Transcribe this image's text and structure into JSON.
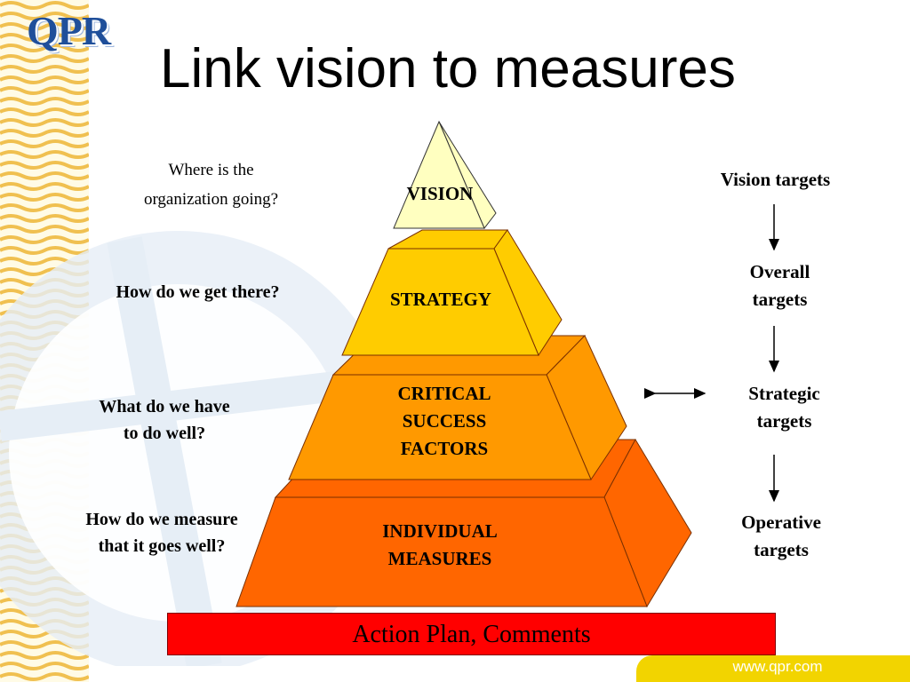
{
  "brand": {
    "logo_text": "QPR",
    "footer_url": "www.qpr.com"
  },
  "title": "Link vision to measures",
  "colors": {
    "vision": "#ffffc0",
    "strategy": "#ffcc00",
    "csf": "#ff9900",
    "measures": "#ff6600",
    "action_bar": "#ff0000",
    "logo": "#1f4f9a",
    "footer": "#f2d400"
  },
  "questions": {
    "q1_line1": "Where is the",
    "q1_line2": "organization going?",
    "q2": "How do we get there?",
    "q3_line1": "What do we have",
    "q3_line2": "to do well?",
    "q4_line1": "How do we measure",
    "q4_line2": "that it goes well?"
  },
  "pyramid": {
    "vision": "VISION",
    "strategy": "STRATEGY",
    "csf_line1": "CRITICAL",
    "csf_line2": "SUCCESS",
    "csf_line3": "FACTORS",
    "measures_line1": "INDIVIDUAL",
    "measures_line2": "MEASURES"
  },
  "targets": {
    "t1": "Vision targets",
    "t2_line1": "Overall",
    "t2_line2": "targets",
    "t3_line1": "Strategic",
    "t3_line2": "targets",
    "t4_line1": "Operative",
    "t4_line2": "targets"
  },
  "action_plan": "Action Plan, Comments"
}
